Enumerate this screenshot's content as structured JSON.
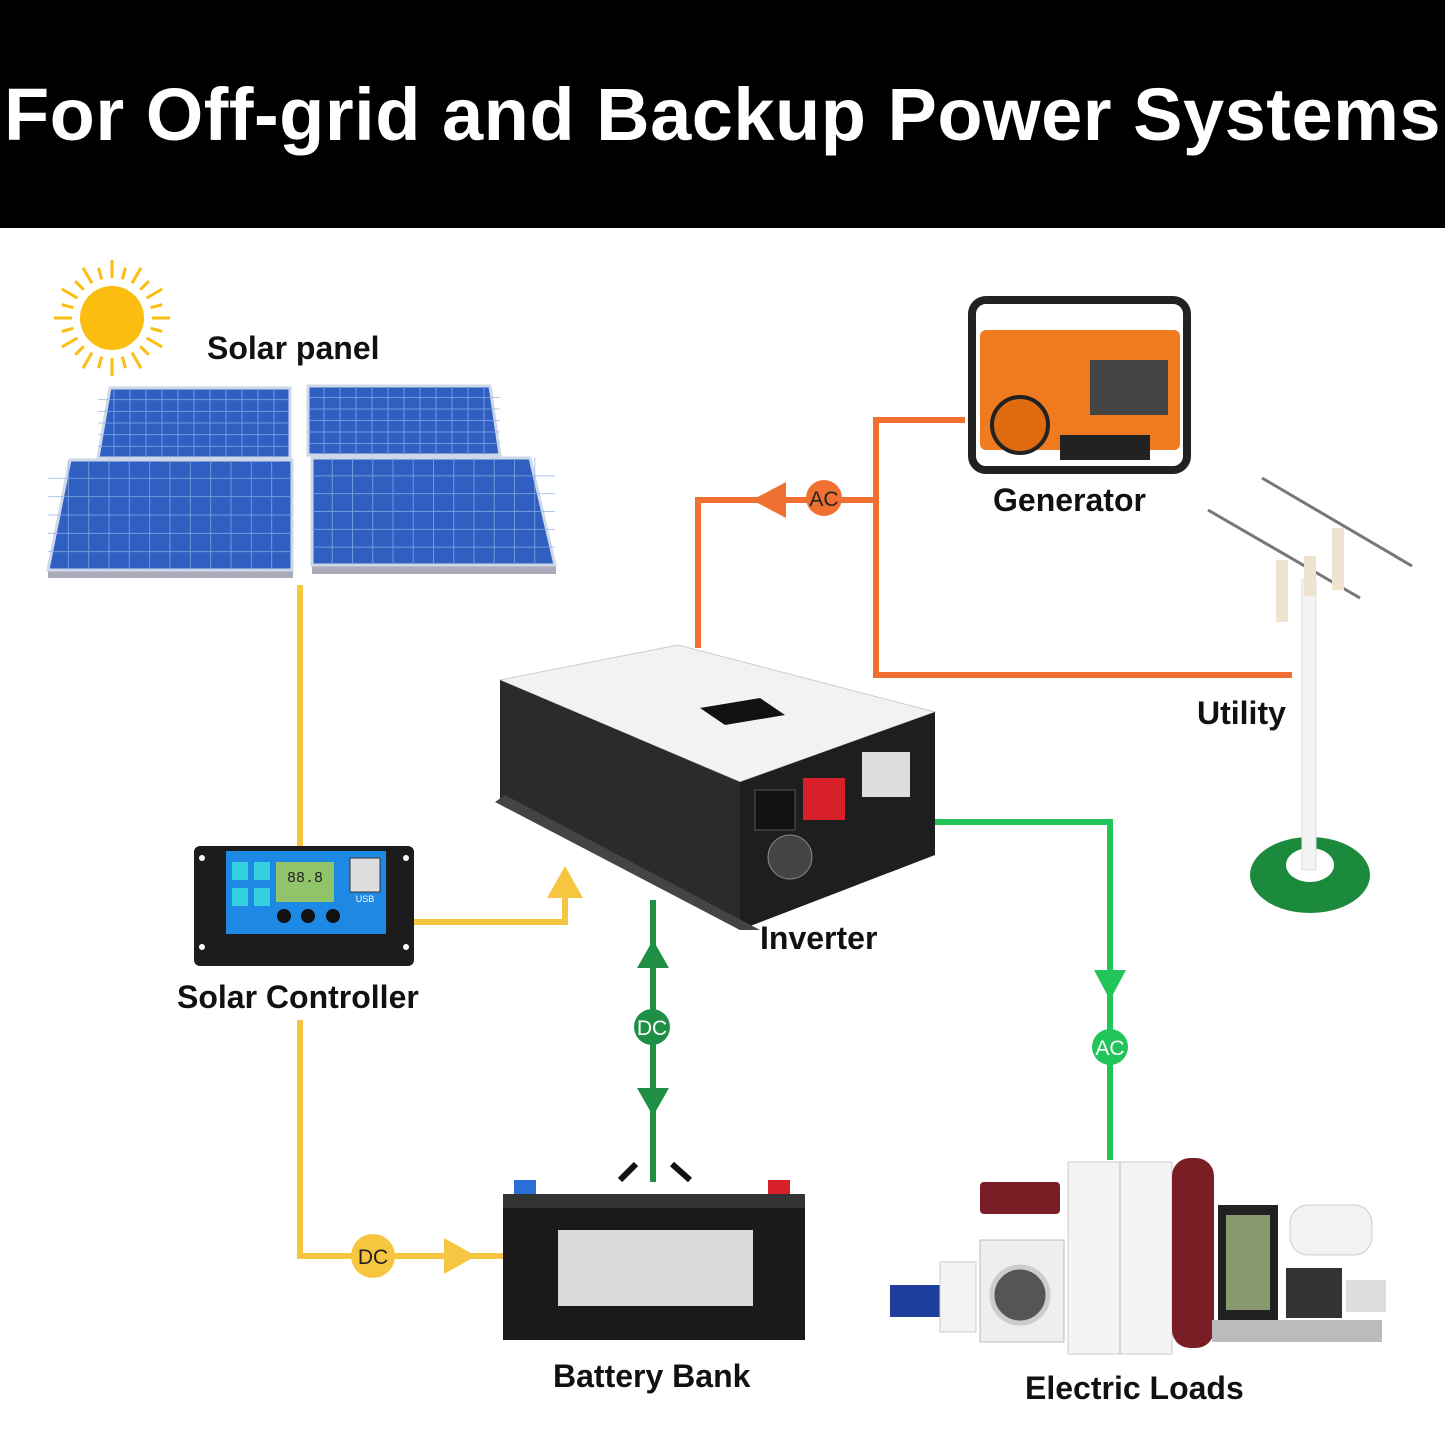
{
  "title": "For Off-grid and Backup Power Systems",
  "components": {
    "solar_panel": "Solar panel",
    "solar_controller": "Solar Controller",
    "inverter": "Inverter",
    "generator": "Generator",
    "utility": "Utility",
    "battery_bank": "Battery Bank",
    "electric_loads": "Electric Loads"
  },
  "connections": {
    "controller_to_battery": "DC",
    "inverter_battery": "DC",
    "generator_utility_to_inverter": "AC",
    "inverter_to_loads": "AC"
  },
  "controller_display": "88.8",
  "controller_usb": "USB",
  "colors": {
    "dc_solar": "#f7c640",
    "ac_input": "#f07032",
    "dc_battery": "#1e8f45",
    "ac_output": "#22c55a",
    "panel_blue": "#2f5fc0",
    "sun": "#fbbd10"
  }
}
